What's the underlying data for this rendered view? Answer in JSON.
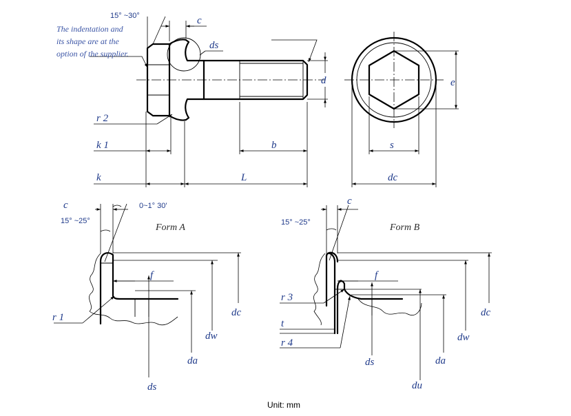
{
  "notes": {
    "line1": "The indentation and",
    "line2": "its shape are at the",
    "line3": "option of the supplier."
  },
  "angles": {
    "top_head": "15° ~30°",
    "form_a_chamfer": "15° ~25°",
    "form_a_underhead": "0~1° 30′",
    "form_b_chamfer": "15° ~25°"
  },
  "labels": {
    "c_top": "c",
    "ds_top": "ds",
    "d": "d",
    "e": "e",
    "r2": "r 2",
    "k1": "k 1",
    "k": "k",
    "b": "b",
    "L": "L",
    "s": "s",
    "dc_top": "dc",
    "c_a": "c",
    "f_a": "f",
    "r1": "r 1",
    "dc_a": "dc",
    "dw_a": "dw",
    "da_a": "da",
    "ds_a": "ds",
    "c_b": "c",
    "f_b": "f",
    "r3": "r 3",
    "t": "t",
    "r4": "r 4",
    "dc_b": "dc",
    "dw_b": "dw",
    "da_b": "da",
    "ds_b": "ds",
    "du_b": "du"
  },
  "forms": {
    "a": "Form A",
    "b": "Form B"
  },
  "unit": "Unit: mm",
  "colors": {
    "label": "#1f3a8a",
    "note": "#3a54a5",
    "line": "#000000"
  }
}
